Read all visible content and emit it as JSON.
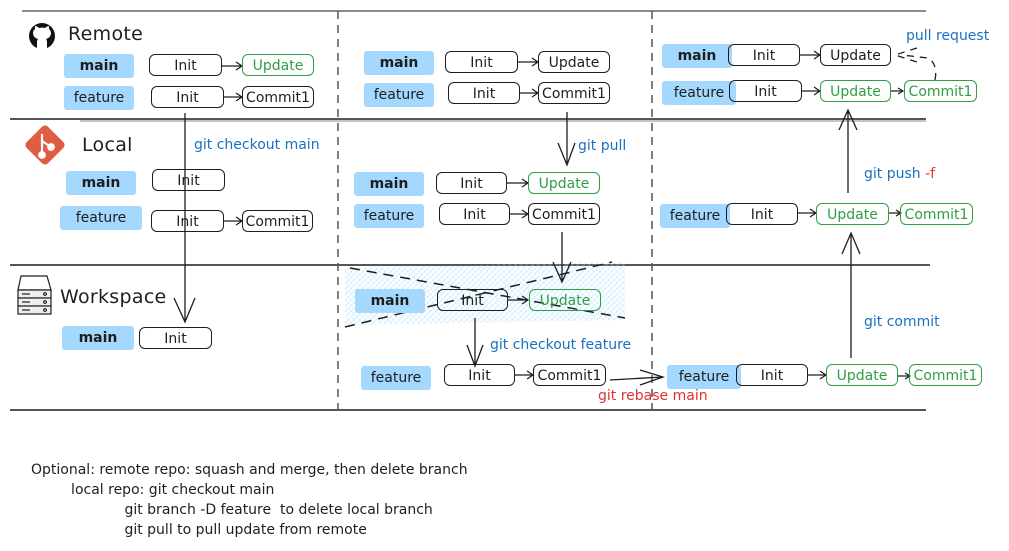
{
  "colors": {
    "branch_highlight": "#a5d8ff",
    "new_commit": "#2f9e44",
    "command": "#1971c2",
    "force_flag": "#e03131",
    "stroke": "#1e1e1e",
    "git_logo": "#e05d44"
  },
  "sections": {
    "remote": {
      "title": "Remote",
      "icon": "github-icon"
    },
    "local": {
      "title": "Local",
      "icon": "git-icon"
    },
    "workspace": {
      "title": "Workspace",
      "icon": "server-icon"
    }
  },
  "columns": [
    {
      "remote": {
        "main": {
          "label": "main",
          "commits": [
            {
              "label": "Init",
              "new": false
            },
            {
              "label": "Update",
              "new": true
            }
          ]
        },
        "feature": {
          "label": "feature",
          "commits": [
            {
              "label": "Init",
              "new": false
            },
            {
              "label": "Commit1",
              "new": false
            }
          ]
        }
      },
      "command_remote_to_workspace": "git checkout main",
      "local": {
        "main": {
          "label": "main",
          "commits": [
            {
              "label": "Init",
              "new": false
            }
          ]
        },
        "feature": {
          "label": "feature",
          "commits": [
            {
              "label": "Init",
              "new": false
            },
            {
              "label": "Commit1",
              "new": false
            }
          ]
        }
      },
      "workspace": {
        "main": {
          "label": "main",
          "commits": [
            {
              "label": "Init",
              "new": false
            }
          ]
        }
      }
    },
    {
      "remote": {
        "main": {
          "label": "main",
          "commits": [
            {
              "label": "Init",
              "new": false
            },
            {
              "label": "Update",
              "new": false
            }
          ]
        },
        "feature": {
          "label": "feature",
          "commits": [
            {
              "label": "Init",
              "new": false
            },
            {
              "label": "Commit1",
              "new": false
            }
          ]
        }
      },
      "command_pull": "git pull",
      "local": {
        "main": {
          "label": "main",
          "commits": [
            {
              "label": "Init",
              "new": false
            },
            {
              "label": "Update",
              "new": true
            }
          ]
        },
        "feature": {
          "label": "feature",
          "commits": [
            {
              "label": "Init",
              "new": false
            },
            {
              "label": "Commit1",
              "new": false
            }
          ]
        }
      },
      "workspace": {
        "main": {
          "label": "main",
          "commits": [
            {
              "label": "Init",
              "new": false
            },
            {
              "label": "Update",
              "new": true
            }
          ],
          "crossed_out": true
        },
        "command_checkout": "git checkout feature",
        "feature": {
          "label": "feature",
          "commits": [
            {
              "label": "Init",
              "new": false
            },
            {
              "label": "Commit1",
              "new": false
            }
          ]
        },
        "command_rebase": "git rebase main"
      }
    },
    {
      "remote": {
        "main": {
          "label": "main",
          "commits": [
            {
              "label": "Init",
              "new": false
            },
            {
              "label": "Update",
              "new": false
            }
          ]
        },
        "feature": {
          "label": "feature",
          "commits": [
            {
              "label": "Init",
              "new": false
            },
            {
              "label": "Update",
              "new": true
            },
            {
              "label": "Commit1",
              "new": true
            }
          ]
        },
        "command_pr": "pull request"
      },
      "command_push": {
        "text": "git push",
        "flag": "-f"
      },
      "local": {
        "feature": {
          "label": "feature",
          "commits": [
            {
              "label": "Init",
              "new": false
            },
            {
              "label": "Update",
              "new": true
            },
            {
              "label": "Commit1",
              "new": true
            }
          ]
        }
      },
      "command_commit": "git commit",
      "workspace": {
        "feature": {
          "label": "feature",
          "commits": [
            {
              "label": "Init",
              "new": false
            },
            {
              "label": "Update",
              "new": true
            },
            {
              "label": "Commit1",
              "new": true
            }
          ]
        }
      }
    }
  ],
  "notes": {
    "line1": "Optional: remote repo: squash and merge, then delete branch",
    "line2": "         local repo: git checkout main",
    "line3": "                     git branch -D feature  to delete local branch",
    "line4": "                     git pull to pull update from remote"
  }
}
